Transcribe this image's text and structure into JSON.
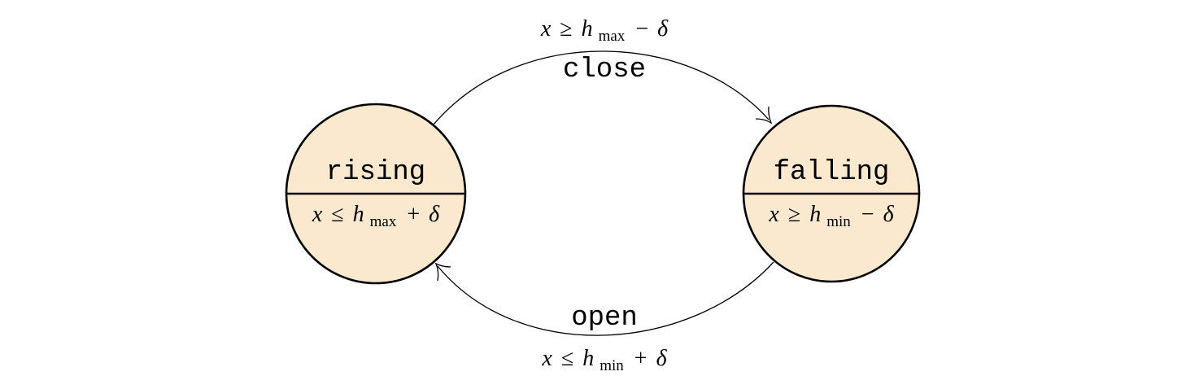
{
  "colors": {
    "state_fill": "#fbe9cf",
    "stroke": "#000000",
    "background": "#ffffff"
  },
  "states": [
    {
      "id": "rising",
      "name": "rising",
      "invariant": {
        "var": "x",
        "rel": "≤",
        "h": "h",
        "sub": "max",
        "op": "+",
        "delta": "δ"
      }
    },
    {
      "id": "falling",
      "name": "falling",
      "invariant": {
        "var": "x",
        "rel": "≥",
        "h": "h",
        "sub": "min",
        "op": "−",
        "delta": "δ"
      }
    }
  ],
  "transitions": [
    {
      "id": "close",
      "from": "rising",
      "to": "falling",
      "action": "close",
      "guard": {
        "var": "x",
        "rel": "≥",
        "h": "h",
        "sub": "max",
        "op": "−",
        "delta": "δ"
      }
    },
    {
      "id": "open",
      "from": "falling",
      "to": "rising",
      "action": "open",
      "guard": {
        "var": "x",
        "rel": "≤",
        "h": "h",
        "sub": "min",
        "op": "+",
        "delta": "δ"
      }
    }
  ]
}
